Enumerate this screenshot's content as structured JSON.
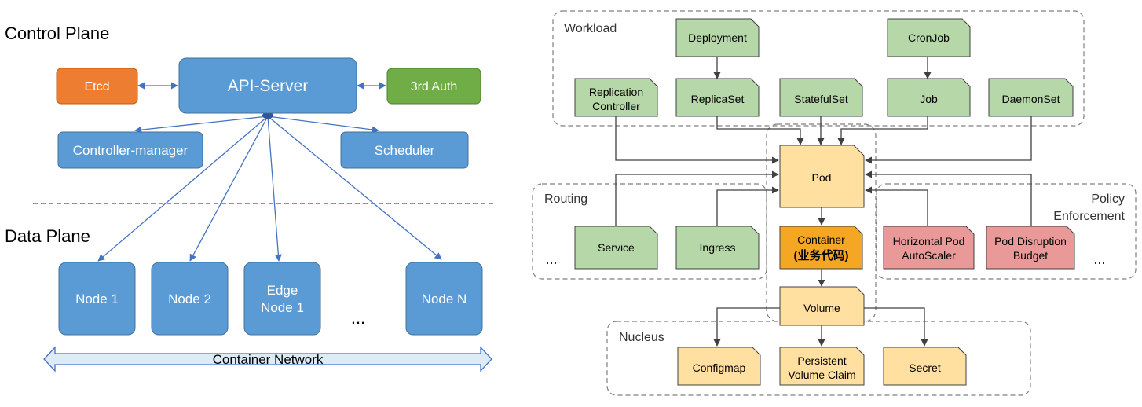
{
  "left": {
    "control_plane": "Control Plane",
    "data_plane": "Data Plane",
    "etcd": "Etcd",
    "api_server": "API-Server",
    "third_auth": "3rd Auth",
    "controller_manager": "Controller-manager",
    "scheduler": "Scheduler",
    "node1": "Node 1",
    "node2": "Node 2",
    "edge_node_line1": "Edge",
    "edge_node_line2": "Node 1",
    "node_n": "Node N",
    "ellipsis": "...",
    "container_network": "Container Network"
  },
  "right": {
    "workload": "Workload",
    "routing": "Routing",
    "policy_line1": "Policy",
    "policy_line2": "Enforcement",
    "nucleus": "Nucleus",
    "deployment": "Deployment",
    "cronjob": "CronJob",
    "replication_line1": "Replication",
    "replication_line2": "Controller",
    "replicaset": "ReplicaSet",
    "statefulset": "StatefulSet",
    "job": "Job",
    "daemonset": "DaemonSet",
    "pod": "Pod",
    "service": "Service",
    "ingress": "Ingress",
    "container_line1": "Container",
    "container_line2": "(业务代码)",
    "hpa_line1": "Horizontal Pod",
    "hpa_line2": "AutoScaler",
    "pdb_line1": "Pod Disruption",
    "pdb_line2": "Budget",
    "routing_ellipsis": "...",
    "policy_ellipsis": "...",
    "volume": "Volume",
    "configmap": "Configmap",
    "pvc_line1": "Persistent",
    "pvc_line2": "Volume Claim",
    "secret": "Secret"
  },
  "colors": {
    "blue": "#5b9bd5",
    "blue_border": "#41719c",
    "orange": "#ed7d31",
    "green": "#70ad47",
    "light_green": "#b6d7a8",
    "light_orange": "#ffe0a0",
    "orange_strong": "#f5a623",
    "pink": "#ea9999",
    "gray": "#666666"
  }
}
